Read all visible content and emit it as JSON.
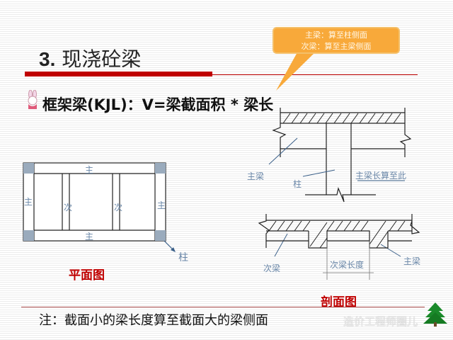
{
  "title": {
    "number": "3.",
    "text": "现浇砼梁"
  },
  "callout": {
    "line1": "主梁：算至柱侧面",
    "line2": "次梁：算至主梁侧面"
  },
  "formula": "框架梁(KJL)：V=梁截面积 * 梁长",
  "plan": {
    "main": "主",
    "secondary": "次",
    "column": "柱",
    "caption": "平面图"
  },
  "section": {
    "main_beam": "主梁",
    "column": "柱",
    "main_len": "主梁长算至此",
    "secondary_beam": "次梁",
    "secondary_len": "次梁长度",
    "caption": "剖面图"
  },
  "note": "注：截面小的梁长度算至截面大的梁侧面",
  "watermark": "造价工程师圈儿",
  "colors": {
    "accent": "#c00000",
    "callout": "#f8a93a",
    "label": "#6a87a8"
  }
}
